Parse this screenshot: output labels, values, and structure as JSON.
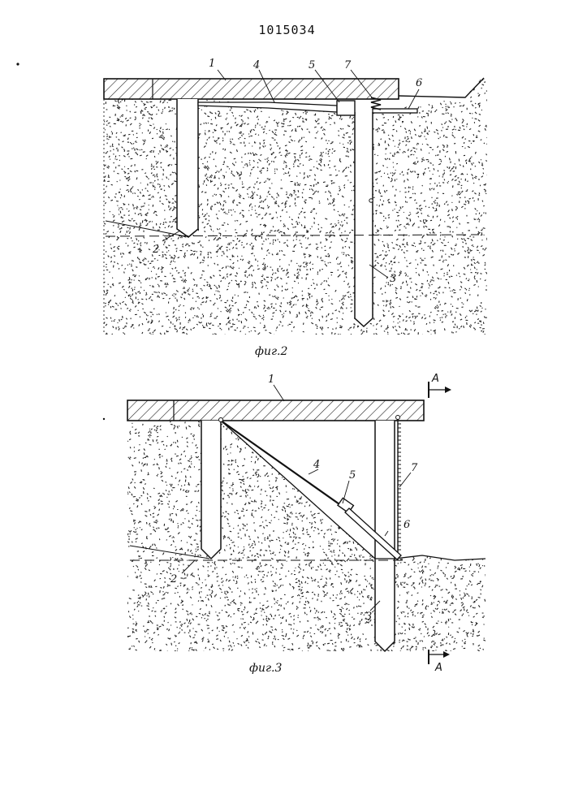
{
  "document": {
    "number": "1015034"
  },
  "figure2": {
    "caption": "фиг.2",
    "labels": {
      "slab": "1",
      "pile_left": "2",
      "pile_right": "3",
      "strut": "4",
      "jack": "5",
      "rod": "6",
      "spring": "7"
    }
  },
  "figure3": {
    "caption": "фиг.3",
    "labels": {
      "slab": "1",
      "pile_left": "2",
      "pile_right": "3",
      "strut": "4",
      "jack": "5",
      "rod": "6",
      "rack": "7"
    },
    "section_marks": {
      "top": "A",
      "bottom": "A"
    }
  }
}
